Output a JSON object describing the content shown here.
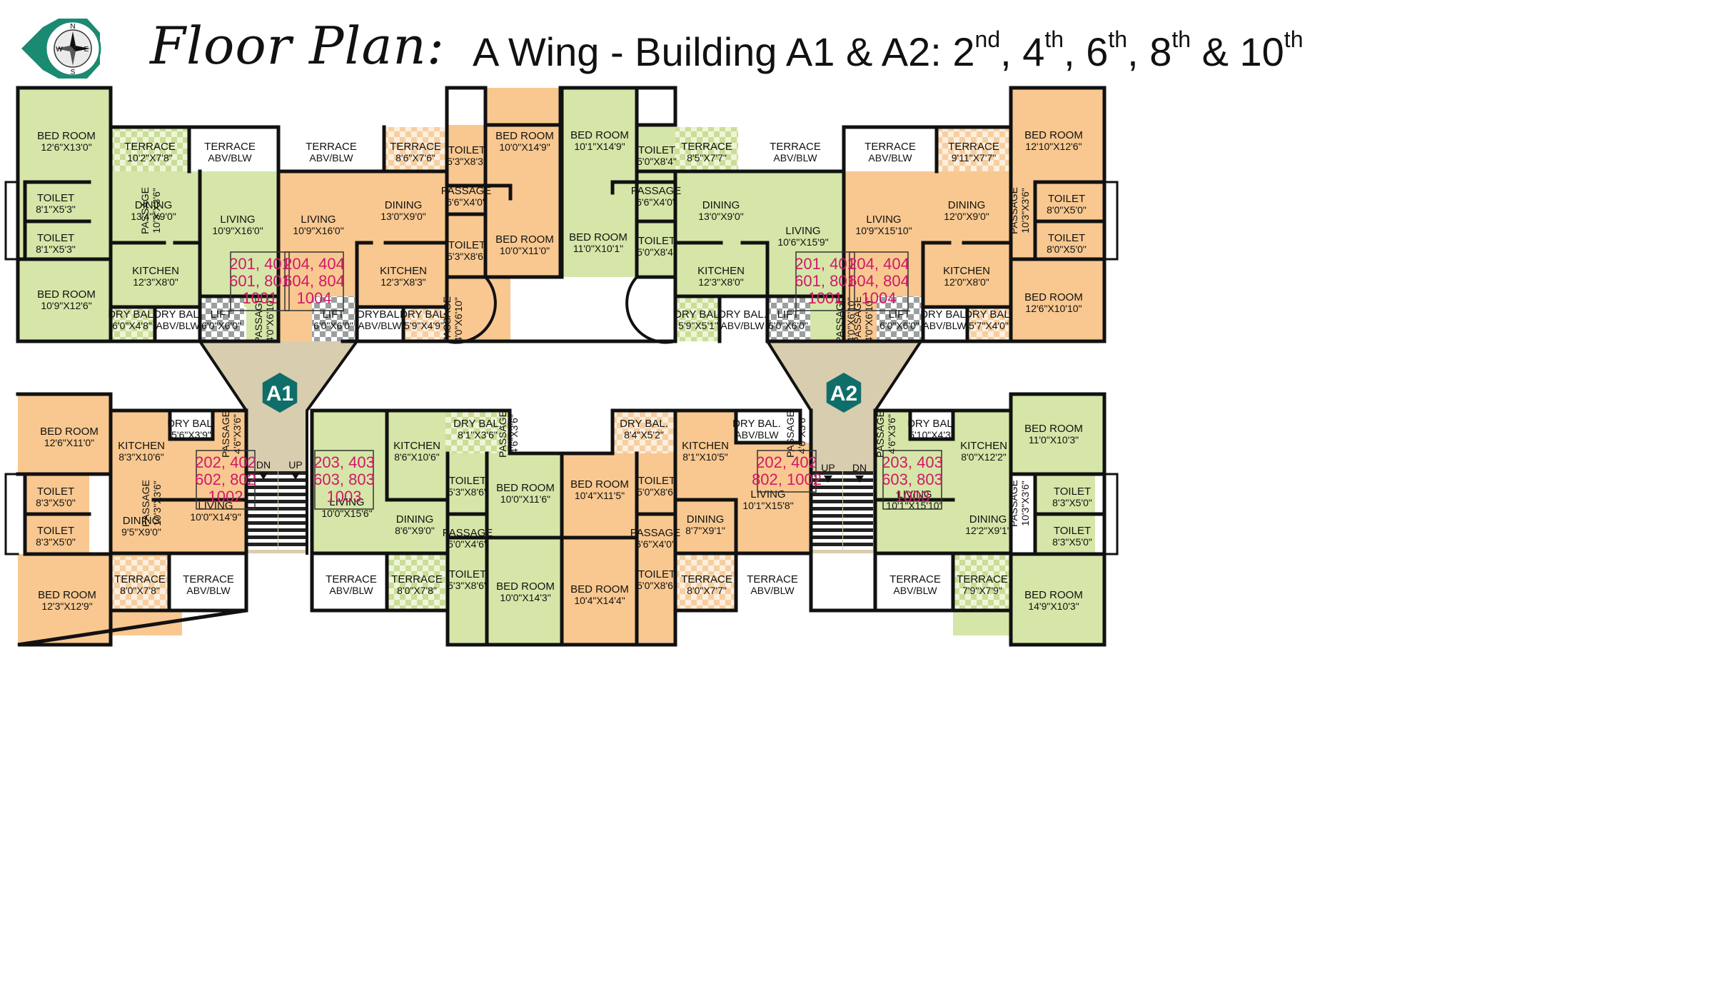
{
  "title": {
    "script": "Floor Plan:",
    "main": "A Wing - Building A1 & A2: 2",
    "sup_2": "nd",
    "part_4": "4",
    "sup_4": "th",
    "part_6": "6",
    "sup_6": "th",
    "part_8": "8",
    "sup_8": "th",
    "part_10": "10",
    "sup_10": "th"
  },
  "compass": {
    "n": "N",
    "e": "E",
    "s": "S",
    "w": "W"
  },
  "colors": {
    "green": "#d5e6a8",
    "orange": "#f8c890",
    "wall": "#111111",
    "pink": "#d01868",
    "badge": "#0f6e6a",
    "lobby": "#d4c8a8"
  },
  "badges": {
    "a1": "A1",
    "a2": "A2"
  },
  "stairs": {
    "dn": "DN",
    "up": "UP"
  },
  "rooms": [
    {
      "name": "BED ROOM",
      "dim": "12'6\"X13'0\""
    },
    {
      "name": "TERRACE",
      "dim": "10'2\"X7'8\""
    },
    {
      "name": "TERRACE",
      "dim": "ABV/BLW"
    },
    {
      "name": "TOILET",
      "dim": "8'1\"X5'3\""
    },
    {
      "name": "TOILET",
      "dim": "8'1\"X5'3\""
    },
    {
      "name": "DINING",
      "dim": "13'4\"X9'0\""
    },
    {
      "name": "LIVING",
      "dim": "10'9\"X16'0\""
    },
    {
      "name": "KITCHEN",
      "dim": "12'3\"X8'0\""
    },
    {
      "name": "BED ROOM",
      "dim": "10'9\"X12'6\""
    },
    {
      "name": "DRY BAL.",
      "dim": "6'0\"X4'8\""
    },
    {
      "name": "DRY BAL.",
      "dim": "ABV/BLW"
    },
    {
      "name": "LIFT",
      "dim": "6'0\"X6'0\""
    },
    {
      "name": "TERRACE",
      "dim": "ABV/BLW"
    },
    {
      "name": "TERRACE",
      "dim": "8'6\"X7'6\""
    },
    {
      "name": "TOILET",
      "dim": "5'3\"X8'3\""
    },
    {
      "name": "BED ROOM",
      "dim": "10'0\"X14'9\""
    },
    {
      "name": "LIVING",
      "dim": "10'9\"X16'0\""
    },
    {
      "name": "DINING",
      "dim": "13'0\"X9'0\""
    },
    {
      "name": "PASSAGE",
      "dim": "6'6\"X4'0\""
    },
    {
      "name": "TOILET",
      "dim": "5'3\"X8'6\""
    },
    {
      "name": "BED ROOM",
      "dim": "10'0\"X11'0\""
    },
    {
      "name": "KITCHEN",
      "dim": "12'3\"X8'3\""
    },
    {
      "name": "LIFT",
      "dim": "6'0\"X6'0\""
    },
    {
      "name": "DRYBAL.",
      "dim": "ABV/BLW"
    },
    {
      "name": "DRY BAL.",
      "dim": "5'9\"X4'9\""
    },
    {
      "name": "BED ROOM",
      "dim": "10'1\"X14'9\""
    },
    {
      "name": "TOILET",
      "dim": "5'0\"X8'4\""
    },
    {
      "name": "TERRACE",
      "dim": "8'5\"X7'7\""
    },
    {
      "name": "TERRACE",
      "dim": "ABV/BLW"
    },
    {
      "name": "PASSAGE",
      "dim": "6'6\"X4'0\""
    },
    {
      "name": "DINING",
      "dim": "13'0\"X9'0\""
    },
    {
      "name": "BED ROOM",
      "dim": "11'0\"X10'1\""
    },
    {
      "name": "TOILET",
      "dim": "5'0\"X8'4\""
    },
    {
      "name": "LIVING",
      "dim": "10'6\"X15'9\""
    },
    {
      "name": "KITCHEN",
      "dim": "12'3\"X8'0\""
    },
    {
      "name": "DRY BAL.",
      "dim": "5'9\"X5'1\""
    },
    {
      "name": "DRY BAL.",
      "dim": "ABV/BLW"
    },
    {
      "name": "LIFT",
      "dim": "6'0\"X6'0\""
    },
    {
      "name": "TERRACE",
      "dim": "ABV/BLW"
    },
    {
      "name": "TERRACE",
      "dim": "9'11\"X7'7\""
    },
    {
      "name": "BED ROOM",
      "dim": "12'10\"X12'6\""
    },
    {
      "name": "LIVING",
      "dim": "10'9\"X15'10\""
    },
    {
      "name": "DINING",
      "dim": "12'0\"X9'0\""
    },
    {
      "name": "TOILET",
      "dim": "8'0\"X5'0\""
    },
    {
      "name": "TOILET",
      "dim": "8'0\"X5'0\""
    },
    {
      "name": "KITCHEN",
      "dim": "12'0\"X8'0\""
    },
    {
      "name": "BED ROOM",
      "dim": "12'6\"X10'10\""
    },
    {
      "name": "LIFT",
      "dim": "6'0\"X6'0\""
    },
    {
      "name": "DRY BAL.",
      "dim": "ABV/BLW"
    },
    {
      "name": "DRY BAL.",
      "dim": "5'7\"X4'0\""
    },
    {
      "name": "BED ROOM",
      "dim": "12'6\"X11'0\""
    },
    {
      "name": "KITCHEN",
      "dim": "8'3\"X10'6\""
    },
    {
      "name": "DRY BAL.",
      "dim": "5'6\"X3'9\""
    },
    {
      "name": "TOILET",
      "dim": "8'3\"X5'0\""
    },
    {
      "name": "TOILET",
      "dim": "8'3\"X5'0\""
    },
    {
      "name": "DINING",
      "dim": "9'5\"X9'0\""
    },
    {
      "name": "LIVING",
      "dim": "10'0\"X14'9\""
    },
    {
      "name": "BED ROOM",
      "dim": "12'3\"X12'9\""
    },
    {
      "name": "TERRACE",
      "dim": "8'0\"X7'8\""
    },
    {
      "name": "TERRACE",
      "dim": "ABV/BLW"
    },
    {
      "name": "KITCHEN",
      "dim": "8'6\"X10'6\""
    },
    {
      "name": "DRY BAL.",
      "dim": "8'1\"X3'6\""
    },
    {
      "name": "LIVING",
      "dim": "10'0\"X15'6\""
    },
    {
      "name": "DINING",
      "dim": "8'6\"X9'0\""
    },
    {
      "name": "TOILET",
      "dim": "5'3\"X8'6\""
    },
    {
      "name": "BED ROOM",
      "dim": "10'0\"X11'6\""
    },
    {
      "name": "PASSAGE",
      "dim": "5'0\"X4'6\""
    },
    {
      "name": "TOILET",
      "dim": "5'3\"X8'6\""
    },
    {
      "name": "BED ROOM",
      "dim": "10'0\"X14'3\""
    },
    {
      "name": "TERRACE",
      "dim": "ABV/BLW"
    },
    {
      "name": "TERRACE",
      "dim": "8'0\"X7'8\""
    },
    {
      "name": "BED ROOM",
      "dim": "10'4\"X11'5\""
    },
    {
      "name": "TOILET",
      "dim": "5'0\"X8'6\""
    },
    {
      "name": "PASSAGE",
      "dim": "6'6\"X4'0\""
    },
    {
      "name": "BED ROOM",
      "dim": "10'4\"X14'4\""
    },
    {
      "name": "TOILET",
      "dim": "5'0\"X8'6\""
    },
    {
      "name": "DRY BAL.",
      "dim": "8'4\"X5'2\""
    },
    {
      "name": "KITCHEN",
      "dim": "8'1\"X10'5\""
    },
    {
      "name": "DRY BAL.",
      "dim": "ABV/BLW"
    },
    {
      "name": "LIVING",
      "dim": "10'1\"X15'8\""
    },
    {
      "name": "DINING",
      "dim": "8'7\"X9'1\""
    },
    {
      "name": "TERRACE",
      "dim": "8'0\"X7'7\""
    },
    {
      "name": "TERRACE",
      "dim": "ABV/BLW"
    },
    {
      "name": "DRY BAL.",
      "dim": "5'10\"X4'3\""
    },
    {
      "name": "KITCHEN",
      "dim": "8'0\"X12'2\""
    },
    {
      "name": "BED ROOM",
      "dim": "11'0\"X10'3\""
    },
    {
      "name": "LIVING",
      "dim": "10'1\"X15'10\""
    },
    {
      "name": "DINING",
      "dim": "12'2\"X9'1\""
    },
    {
      "name": "TOILET",
      "dim": "8'3\"X5'0\""
    },
    {
      "name": "TOILET",
      "dim": "8'3\"X5'0\""
    },
    {
      "name": "TERRACE",
      "dim": "ABV/BLW"
    },
    {
      "name": "TERRACE",
      "dim": "7'9\"X7'9\""
    },
    {
      "name": "BED ROOM",
      "dim": "14'9\"X10'3\""
    }
  ],
  "side_passages": [
    {
      "name": "PASSAGE",
      "dim": "10'3\"X3'6\""
    },
    {
      "name": "PASSAGE",
      "dim": "4'0\"X6'10\""
    },
    {
      "name": "PASSAGE",
      "dim": "4'0\"X6'10\""
    },
    {
      "name": "PASSAGE",
      "dim": "4'0\"X6'10\""
    },
    {
      "name": "PASSAGE",
      "dim": "4'0\"X6'10\""
    },
    {
      "name": "PASSAGE",
      "dim": "10'3\"X3'6\""
    },
    {
      "name": "PASSAGE",
      "dim": "4'6\"X3'6\""
    },
    {
      "name": "PASSAGE",
      "dim": "10'3\"X3'6\""
    },
    {
      "name": "PASSAGE",
      "dim": "4'6\"X3'6\""
    },
    {
      "name": "PASSAGE",
      "dim": "4'6\"X3'6\""
    },
    {
      "name": "PASSAGE",
      "dim": "4'6\"X3'6\""
    },
    {
      "name": "PASSAGE",
      "dim": "10'3\"X3'6\""
    }
  ],
  "flats": [
    {
      "l1": "201, 401",
      "l2": "601, 801",
      "l3": "1001"
    },
    {
      "l1": "204, 404",
      "l2": "604, 804",
      "l3": "1004"
    },
    {
      "l1": "201, 401",
      "l2": "601, 801",
      "l3": "1001"
    },
    {
      "l1": "204, 404",
      "l2": "604, 804",
      "l3": "1004"
    },
    {
      "l1": "202, 402",
      "l2": "602, 802",
      "l3": "1002"
    },
    {
      "l1": "203, 403",
      "l2": "603, 803",
      "l3": "1003"
    },
    {
      "l1": "202, 402",
      "l2": "802, 1002",
      "l3": ""
    },
    {
      "l1": "203, 403",
      "l2": "603, 803",
      "l3": "1003"
    }
  ]
}
